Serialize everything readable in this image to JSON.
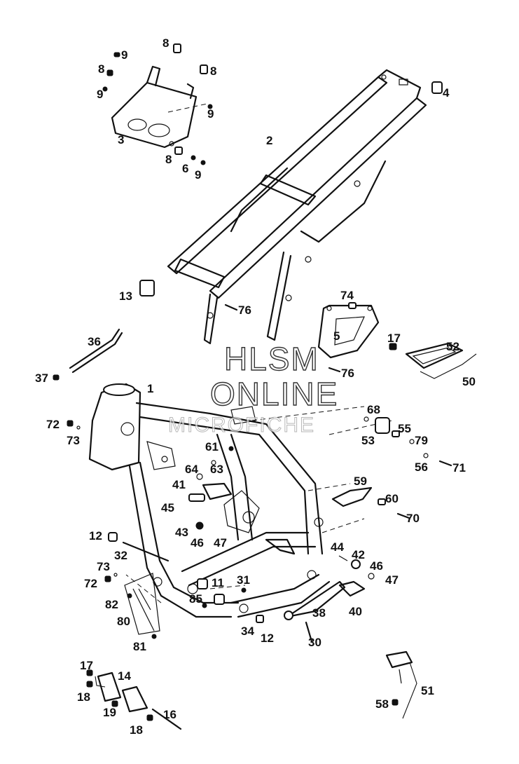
{
  "watermark": {
    "line1": "HLSM",
    "line2": "ONLINE",
    "line3": "MICROFICHE"
  },
  "callouts": [
    {
      "id": "c1",
      "text": "1"
    },
    {
      "id": "c2",
      "text": "2"
    },
    {
      "id": "c3",
      "text": "3"
    },
    {
      "id": "c4",
      "text": "4"
    },
    {
      "id": "c5",
      "text": "5"
    },
    {
      "id": "c6",
      "text": "6"
    },
    {
      "id": "c8a",
      "text": "8"
    },
    {
      "id": "c8b",
      "text": "8"
    },
    {
      "id": "c8c",
      "text": "8"
    },
    {
      "id": "c8d",
      "text": "8"
    },
    {
      "id": "c9a",
      "text": "9"
    },
    {
      "id": "c9b",
      "text": "9"
    },
    {
      "id": "c9c",
      "text": "9"
    },
    {
      "id": "c9d",
      "text": "9"
    },
    {
      "id": "c11",
      "text": "11"
    },
    {
      "id": "c12a",
      "text": "12"
    },
    {
      "id": "c12b",
      "text": "12"
    },
    {
      "id": "c13",
      "text": "13"
    },
    {
      "id": "c14",
      "text": "14"
    },
    {
      "id": "c16",
      "text": "16"
    },
    {
      "id": "c17a",
      "text": "17"
    },
    {
      "id": "c17b",
      "text": "17"
    },
    {
      "id": "c18a",
      "text": "18"
    },
    {
      "id": "c18b",
      "text": "18"
    },
    {
      "id": "c19",
      "text": "19"
    },
    {
      "id": "c30",
      "text": "30"
    },
    {
      "id": "c31",
      "text": "31"
    },
    {
      "id": "c32",
      "text": "32"
    },
    {
      "id": "c34",
      "text": "34"
    },
    {
      "id": "c36",
      "text": "36"
    },
    {
      "id": "c37",
      "text": "37"
    },
    {
      "id": "c38",
      "text": "38"
    },
    {
      "id": "c40",
      "text": "40"
    },
    {
      "id": "c41",
      "text": "41"
    },
    {
      "id": "c42",
      "text": "42"
    },
    {
      "id": "c43",
      "text": "43"
    },
    {
      "id": "c44",
      "text": "44"
    },
    {
      "id": "c45",
      "text": "45"
    },
    {
      "id": "c46a",
      "text": "46"
    },
    {
      "id": "c47a",
      "text": "47"
    },
    {
      "id": "c46b",
      "text": "46"
    },
    {
      "id": "c47b",
      "text": "47"
    },
    {
      "id": "c50",
      "text": "50"
    },
    {
      "id": "c51",
      "text": "51"
    },
    {
      "id": "c52",
      "text": "52"
    },
    {
      "id": "c53",
      "text": "53"
    },
    {
      "id": "c55",
      "text": "55"
    },
    {
      "id": "c56",
      "text": "56"
    },
    {
      "id": "c58",
      "text": "58"
    },
    {
      "id": "c59",
      "text": "59"
    },
    {
      "id": "c60",
      "text": "60"
    },
    {
      "id": "c61",
      "text": "61"
    },
    {
      "id": "c63",
      "text": "63"
    },
    {
      "id": "c64",
      "text": "64"
    },
    {
      "id": "c68",
      "text": "68"
    },
    {
      "id": "c70",
      "text": "70"
    },
    {
      "id": "c71",
      "text": "71"
    },
    {
      "id": "c72a",
      "text": "72"
    },
    {
      "id": "c72b",
      "text": "72"
    },
    {
      "id": "c73a",
      "text": "73"
    },
    {
      "id": "c73b",
      "text": "73"
    },
    {
      "id": "c74",
      "text": "74"
    },
    {
      "id": "c76a",
      "text": "76"
    },
    {
      "id": "c76b",
      "text": "76"
    },
    {
      "id": "c79",
      "text": "79"
    },
    {
      "id": "c80",
      "text": "80"
    },
    {
      "id": "c81",
      "text": "81"
    },
    {
      "id": "c82",
      "text": "82"
    },
    {
      "id": "c85",
      "text": "85"
    }
  ]
}
